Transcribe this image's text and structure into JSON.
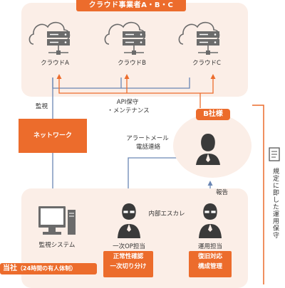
{
  "cloud_group": {
    "title": "クラウド事業者A・B・C",
    "clouds": [
      {
        "label": "クラウドA"
      },
      {
        "label": "クラウドB"
      },
      {
        "label": "クラウドC"
      }
    ]
  },
  "links": {
    "monitoring": "監視",
    "api_line1": "API保守",
    "api_line2": "・メンテナンス",
    "alert_line1": "アラートメール",
    "alert_line2": "電話連絡",
    "internal_escalation": "内部エスカレ",
    "report": "報告",
    "regulated_ops": "規定に即した運用保守"
  },
  "network_box": {
    "label": "ネットワーク"
  },
  "customer": {
    "label": "B社様"
  },
  "our_company": {
    "title": "当社",
    "subtitle": "（24時間の有人体制）",
    "monitoring_system": "監視システム",
    "first_op": {
      "label": "一次OP担当",
      "tag_line1": "正常性確認",
      "tag_line2": "一次切り分け"
    },
    "ops": {
      "label": "運用担当",
      "tag_line1": "復旧対応",
      "tag_line2": "構成管理"
    }
  },
  "colors": {
    "accent": "#ec6c2c",
    "panel": "#fbeee7",
    "line_blue": "#6a86b4",
    "icon_gray": "#6b6b6b"
  }
}
